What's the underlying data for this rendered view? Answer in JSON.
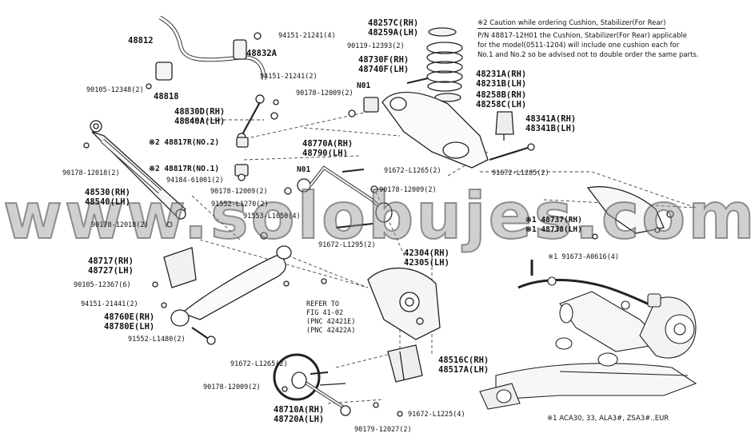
{
  "watermark": "www.solobujes.com",
  "note": {
    "heading": "※2 Caution while ordering Cushion, Stabilizer(For Rear)",
    "lines": [
      "P/N 48817-12H01 the Cushion, Stabilizer(For Rear) applicable",
      "for the model(0511-1204) will include one cushion each for",
      "No.1 and No.2 so be advised not to double order the same parts."
    ]
  },
  "footer_note": "※1 ACA30, 33, ALA3#, ZSA3#..EUR",
  "labels": {
    "l48812": "48812",
    "l94151_21241_4": "94151-21241(4)",
    "l48832A": "48832A",
    "l48818": "48818",
    "l90105_12348": "90105-12348(2)",
    "l94151_21241_2": "94151-21241(2)",
    "l48830D": "48830D(RH)",
    "l48840A": "48840A(LH)",
    "l48817R_no2": "※2 48817R(NO.2)",
    "l48817R_no1": "※2 48817R(NO.1)",
    "l94184": "94184-61001(2)",
    "l90178_12018_a": "90178-12018(2)",
    "l48530": "48530(RH)",
    "l48540": "48540(LH)",
    "l90178_12018_b": "90178-12018(2)",
    "l90178_12009_a": "90178-12009(2)",
    "l91552_L1270": "91552-L1270(2)",
    "l91553_L1650": "91553-L1650(4)",
    "l48257C": "48257C(RH)",
    "l48259A": "48259A(LH)",
    "l90119_12393": "90119-12393(2)",
    "l48730F": "48730F(RH)",
    "l48740F": "48740F(LH)",
    "lN01_a": "N01",
    "l90178_12009_b": "90178-12009(2)",
    "l48231A": "48231A(RH)",
    "l48231B": "48231B(LH)",
    "l48258B": "48258B(RH)",
    "l48258C": "48258C(LH)",
    "l48341A": "48341A(RH)",
    "l48341B": "48341B(LH)",
    "l48770A": "48770A(RH)",
    "l48790": "48790(LH)",
    "lN01_b": "N01",
    "l91672_L1265_a": "91672-L1265(2)",
    "l90178_12009_c": "90178-12009(2)",
    "l91672_L1285": "91672-L1285(2)",
    "l48737": "※1 48737(RH)",
    "l48738": "※1 48738(LH)",
    "l91673_A0616": "※1 91673-A0616(4)",
    "l91672_L1295": "91672-L1295(2)",
    "l42304": "42304(RH)",
    "l42305": "42305(LH)",
    "l48717": "48717(RH)",
    "l48727": "48727(LH)",
    "l90105_12367": "90105-12367(6)",
    "l94151_21441": "94151-21441(2)",
    "l48760E": "48760E(RH)",
    "l48780E": "48780E(LH)",
    "l91552_L1480": "91552-L1480(2)",
    "refer1": "REFER TO",
    "refer2": "FIG 41-02",
    "refer3": "(PNC 42421E)",
    "refer4": "(PNC 42422A)",
    "l48516C": "48516C(RH)",
    "l48517A": "48517A(LH)",
    "l91672_L1265_b": "91672-L1265(2)",
    "l90178_12009_d": "90178-12009(2)",
    "l48710A": "48710A(RH)",
    "l48720A": "48720A(LH)",
    "l91672_L1225": "91672-L1225(4)",
    "l90179_12027": "90179-12027(2)"
  }
}
